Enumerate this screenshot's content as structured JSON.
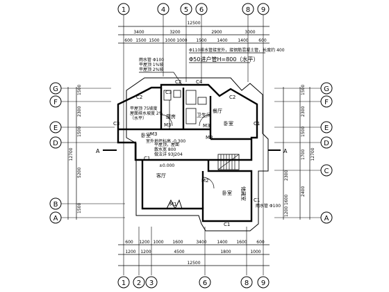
{
  "axes": {
    "top": [
      "1",
      "4",
      "5",
      "6",
      "8",
      "9"
    ],
    "bottom": [
      "1",
      "2",
      "3",
      "6",
      "8",
      "9"
    ],
    "left": [
      "G",
      "F",
      "E",
      "D",
      "B",
      "A"
    ],
    "right": [
      "G",
      "F",
      "E",
      "D",
      "C",
      "A"
    ]
  },
  "dims": {
    "top_total": "12500",
    "top_row1": [
      "3400",
      "3200",
      "2900",
      "3000"
    ],
    "top_row2": [
      "600",
      "1500",
      "1500",
      "1000",
      "1000",
      "1500",
      "1400",
      "1400",
      "600"
    ],
    "bottom_row1": [
      "600",
      "1200",
      "1000",
      "1600",
      "3400",
      "1400",
      "1600",
      "600"
    ],
    "bottom_row2": [
      "1200",
      "1200",
      "4500",
      "1800",
      "1000"
    ],
    "bottom_total": "12500",
    "left_total": "12700",
    "left_parts": [
      "1500",
      "2300",
      "1500",
      "5200",
      "1500"
    ],
    "right_total": "12700",
    "right_parts": [
      "1500",
      "2300",
      "1500",
      "1700",
      "2400",
      "2300",
      "1600",
      "1200"
    ]
  },
  "rooms": {
    "kitchen": "厨房",
    "bath": "卫生间",
    "dining": "餐厅",
    "bedroom_l": "卧室",
    "bedroom_r": "卧室",
    "bedroom_b": "卧室",
    "living": "客厅",
    "storage": "储藏室"
  },
  "labels": {
    "c1": "C1",
    "c2": "C2",
    "c3": "C3",
    "c4": "C4",
    "m1": "M1",
    "m2": "M2",
    "m3": "M3",
    "section": "A",
    "elevation": "±0.000"
  },
  "notes": {
    "n1": "Φ110排水管接室外，接钢筋混凝土管，长度约 400",
    "n2": "Φ50进户管H=800（水平）",
    "n3": "雨水管 Φ100",
    "n4": "平屋顶 1%坡",
    "n5": "平屋顶 2%坡",
    "n6": "室外地坪标高 -0.300",
    "n7": "平屋顶 75坡度",
    "n8": "屋面排水坡度 2%",
    "n9": "（水平）",
    "n10": "平屋顶，屋面",
    "n11": "散水宽 800",
    "n12": "做法详 93J204",
    "n13": "雨水管 Φ100"
  }
}
